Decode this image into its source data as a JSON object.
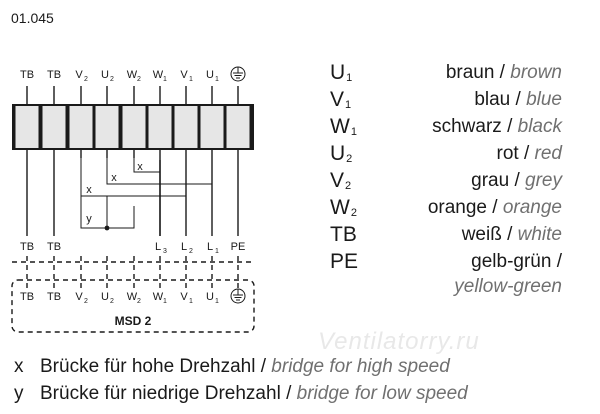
{
  "figure_code": "01.045",
  "top_terminals": [
    {
      "main": "TB",
      "sub": ""
    },
    {
      "main": "TB",
      "sub": ""
    },
    {
      "main": "V",
      "sub": "2"
    },
    {
      "main": "U",
      "sub": "2"
    },
    {
      "main": "W",
      "sub": "2"
    },
    {
      "main": "W",
      "sub": "1"
    },
    {
      "main": "V",
      "sub": "1"
    },
    {
      "main": "U",
      "sub": "1"
    },
    {
      "main": "ground",
      "sub": ""
    }
  ],
  "bridge_x_label": "x",
  "bridge_y_label": "y",
  "bottom_terminals": [
    {
      "main": "TB",
      "sub": ""
    },
    {
      "main": "TB",
      "sub": ""
    },
    {
      "main": "L",
      "sub": "3"
    },
    {
      "main": "L",
      "sub": "2"
    },
    {
      "main": "L",
      "sub": "1"
    },
    {
      "main": "PE",
      "sub": ""
    }
  ],
  "msd_terminals": [
    {
      "main": "TB",
      "sub": ""
    },
    {
      "main": "TB",
      "sub": ""
    },
    {
      "main": "V",
      "sub": "2"
    },
    {
      "main": "U",
      "sub": "2"
    },
    {
      "main": "W",
      "sub": "2"
    },
    {
      "main": "W",
      "sub": "1"
    },
    {
      "main": "V",
      "sub": "1"
    },
    {
      "main": "U",
      "sub": "1"
    },
    {
      "main": "ground",
      "sub": ""
    }
  ],
  "msd_title": "MSD 2",
  "legend": [
    {
      "code": "U",
      "sub": "1",
      "de": "braun",
      "en": "brown"
    },
    {
      "code": "V",
      "sub": "1",
      "de": "blau",
      "en": "blue"
    },
    {
      "code": "W",
      "sub": "1",
      "de": "schwarz",
      "en": "black"
    },
    {
      "code": "U",
      "sub": "2",
      "de": "rot",
      "en": "red"
    },
    {
      "code": "V",
      "sub": "2",
      "de": "grau",
      "en": "grey"
    },
    {
      "code": "W",
      "sub": "2",
      "de": "orange",
      "en": "orange"
    },
    {
      "code": "TB",
      "sub": "",
      "de": "weiß",
      "en": "white"
    },
    {
      "code": "PE",
      "sub": "",
      "de": "gelb-grün",
      "en": ""
    }
  ],
  "legend_pe_en": "yellow-green",
  "notes": [
    {
      "symbol": "x",
      "de": "Brücke für hohe Drehzahl",
      "en": "bridge for high speed"
    },
    {
      "symbol": "y",
      "de": "Brücke für niedrige Drehzahl",
      "en": "bridge for low speed"
    }
  ],
  "watermark": "Ventilatorry.ru",
  "colors": {
    "ink": "#1a1a1a",
    "terminal_fill": "#e6e6e6",
    "english_gray": "#707070",
    "watermark": "#e8e8e8"
  }
}
